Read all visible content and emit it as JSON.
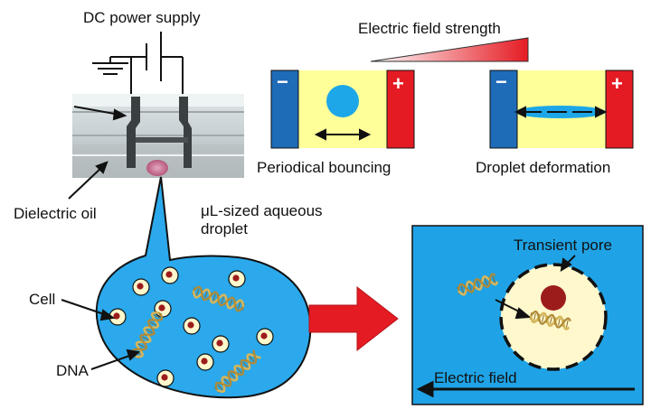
{
  "labels": {
    "dc_power_supply": "DC power supply",
    "electric_field_strength": "Electric field strength",
    "periodical_bouncing": "Periodical bouncing",
    "droplet_deformation": "Droplet deformation",
    "dielectric_oil": "Dielectric oil",
    "droplet": "μL-sized aqueous\ndroplet",
    "cell": "Cell",
    "dna": "DNA",
    "transient_pore": "Transient pore",
    "electric_field": "Electric field"
  },
  "electrode_signs": {
    "negative": "−",
    "positive": "+"
  },
  "colors": {
    "field_panel": "#FFFF99",
    "negative_electrode": "#1E6BB8",
    "positive_electrode": "#E51B23",
    "droplet_fill": "#1EA7E8",
    "bubble_fill": "#2BA9EC",
    "cell_membrane": "#FFF8CC",
    "cell_nucleus": "#9C1C1C",
    "dna_strand": "#D6B65A",
    "arrow_red": "#E51B23",
    "blue_box": "#1FA3E6",
    "gradient_start": "#FFFFFF",
    "gradient_end": "#E51B23"
  }
}
